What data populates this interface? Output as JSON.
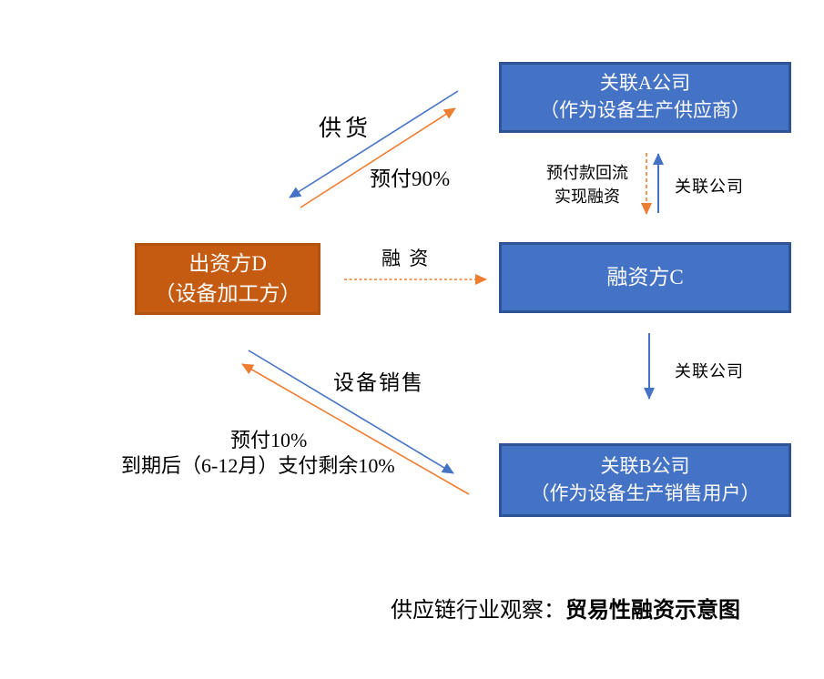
{
  "colors": {
    "background": "#FFFFFF",
    "box_blue": "#4472C4",
    "box_blue_border": "#2F5496",
    "box_orange": "#C55A11",
    "box_orange_border": "#B3530F",
    "arrow_blue": "#4472C4",
    "arrow_orange": "#ED7D31",
    "text_white": "#FFFFFF",
    "text_black": "#000000"
  },
  "boxes": {
    "company_a": {
      "line1": "关联A公司",
      "line2": "（作为设备生产供应商）"
    },
    "funder_d": {
      "line1": "出资方D",
      "line2": "（设备加工方）"
    },
    "financier_c": {
      "line1": "融资方C"
    },
    "company_b": {
      "line1": "关联B公司",
      "line2": "（作为设备生产销售用户）"
    }
  },
  "labels": {
    "supply": "供货",
    "prepay90": "预付90%",
    "prepay_return_line1": "预付款回流",
    "prepay_return_line2": "实现融资",
    "related_company_top": "关联公司",
    "financing": "融 资",
    "related_company_bottom": "关联公司",
    "equipment_sales": "设备销售",
    "prepay10": "预付10%",
    "remaining_payment": "到期后（6-12月）支付剩余10%"
  },
  "caption": {
    "prefix": "供应链行业观察：",
    "title": "贸易性融资示意图"
  },
  "arrows": [
    {
      "from": "company_a",
      "to": "funder_d",
      "label": "供货",
      "color": "blue",
      "style": "solid"
    },
    {
      "from": "funder_d",
      "to": "company_a",
      "label": "预付90%",
      "color": "orange",
      "style": "solid"
    },
    {
      "from": "company_a",
      "to": "financier_c",
      "label": "预付款回流 实现融资",
      "color": "orange",
      "style": "dashed"
    },
    {
      "from": "financier_c",
      "to": "company_a",
      "label": "关联公司",
      "color": "blue",
      "style": "solid"
    },
    {
      "from": "funder_d",
      "to": "financier_c",
      "label": "融 资",
      "color": "orange",
      "style": "dashed"
    },
    {
      "from": "financier_c",
      "to": "company_b",
      "label": "关联公司",
      "color": "blue",
      "style": "solid"
    },
    {
      "from": "funder_d",
      "to": "company_b",
      "label": "设备销售",
      "color": "blue",
      "style": "solid"
    },
    {
      "from": "company_b",
      "to": "funder_d",
      "label": "预付10% 到期后（6-12月）支付剩余10%",
      "color": "orange",
      "style": "solid"
    }
  ]
}
